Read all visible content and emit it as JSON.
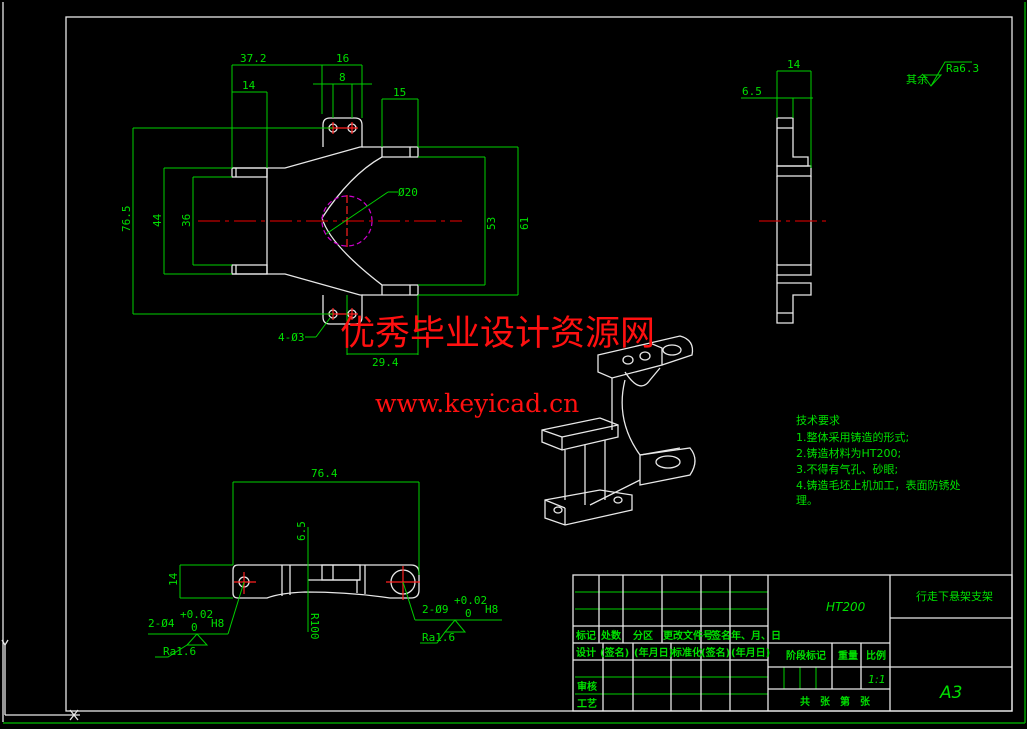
{
  "drawing": {
    "main_view": {
      "dims": [
        "37.2",
        "16",
        "8",
        "14",
        "15",
        "76.5",
        "44",
        "36",
        "53",
        "61",
        "Ø20",
        "4-Ø3",
        "29.4"
      ]
    },
    "side_view": {
      "dims": [
        "14",
        "6.5"
      ]
    },
    "bottom_view": {
      "dims": [
        "76.4",
        "6.5",
        "14",
        "R100"
      ],
      "hole_left": "2-Ø4",
      "hole_left_tol_upper": "+0.02",
      "hole_left_tol_lower": "0",
      "hole_left_fit": "H8",
      "hole_right": "2-Ø9",
      "hole_right_tol_upper": "+0.02",
      "hole_right_tol_lower": "0",
      "hole_right_fit": "H8",
      "roughness_left": "Ra1.6",
      "roughness_right": "Ra1.6"
    },
    "general_roughness": {
      "label": "其余",
      "value": "Ra6.3"
    },
    "tech_requirements": {
      "title": "技术要求",
      "items": [
        "1.整体采用铸造的形式;",
        "2.铸造材料为HT200;",
        "3.不得有气孔、砂眼;",
        "4.铸造毛坯上机加工，表面防锈处",
        "理。"
      ]
    },
    "watermark": {
      "line1": "优秀毕业设计资源网",
      "line2": "www.keyicad.cn"
    }
  },
  "title_block": {
    "material": "HT200",
    "part_name": "行走下悬架支架",
    "sheet_size": "A3",
    "scale": "1:1",
    "row_labels": [
      "标记",
      "处数",
      "分区",
      "更改文件号",
      "签名",
      "年、月、日"
    ],
    "design_row": [
      "设计",
      "(签名)",
      "(年月日)",
      "标准化",
      "(签名)",
      "(年月日)"
    ],
    "review": "审核",
    "process": "工艺",
    "stage_mark": "阶段标记",
    "weight": "重量",
    "scale_label": "比例",
    "sheets": "共　张　第　张"
  },
  "colors": {
    "geometry": "#e8e8e8",
    "dimension": "#00d000",
    "centerline": "#c00000",
    "watermark": "#ff1010"
  }
}
